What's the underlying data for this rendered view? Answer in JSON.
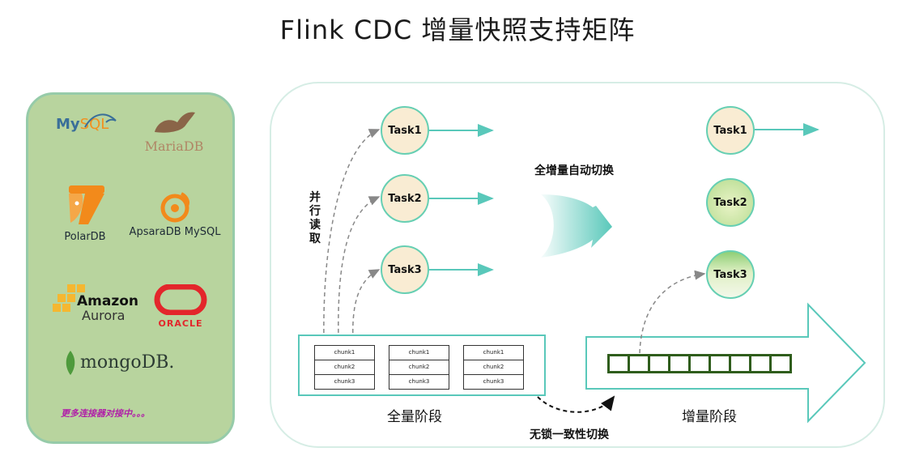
{
  "title": "Flink CDC 增量快照支持矩阵",
  "databases": {
    "mysql_my": "My",
    "mysql_sql": "SQL",
    "mariadb": "MariaDB",
    "polardb": "PolarDB",
    "apsara": "ApsaraDB MySQL",
    "amazon": "Amazon",
    "aurora": "Aurora",
    "oracle": "ORACLE",
    "mongodb": "mongoDB.",
    "more": "更多连接器对接中。。。"
  },
  "full_stage": {
    "vertical_label": "并行读取",
    "tasks": [
      "Task1",
      "Task2",
      "Task3"
    ],
    "chunk_groups": [
      [
        "chunk1",
        "chunk2",
        "chunk3"
      ],
      [
        "chunk1",
        "chunk2",
        "chunk3"
      ],
      [
        "chunk1",
        "chunk2",
        "chunk3"
      ]
    ],
    "stage_label": "全量阶段"
  },
  "transition": {
    "switch_label": "全增量自动切换",
    "lockfree_label": "无锁一致性切换"
  },
  "incremental_stage": {
    "tasks": [
      "Task1",
      "Task2",
      "Task3"
    ],
    "stage_label": "增量阶段"
  },
  "colors": {
    "teal": "#59c8ba",
    "panel_green": "#b8d49e",
    "queue_green": "#2f5d1c",
    "task_fill": "#f9ecd3"
  }
}
